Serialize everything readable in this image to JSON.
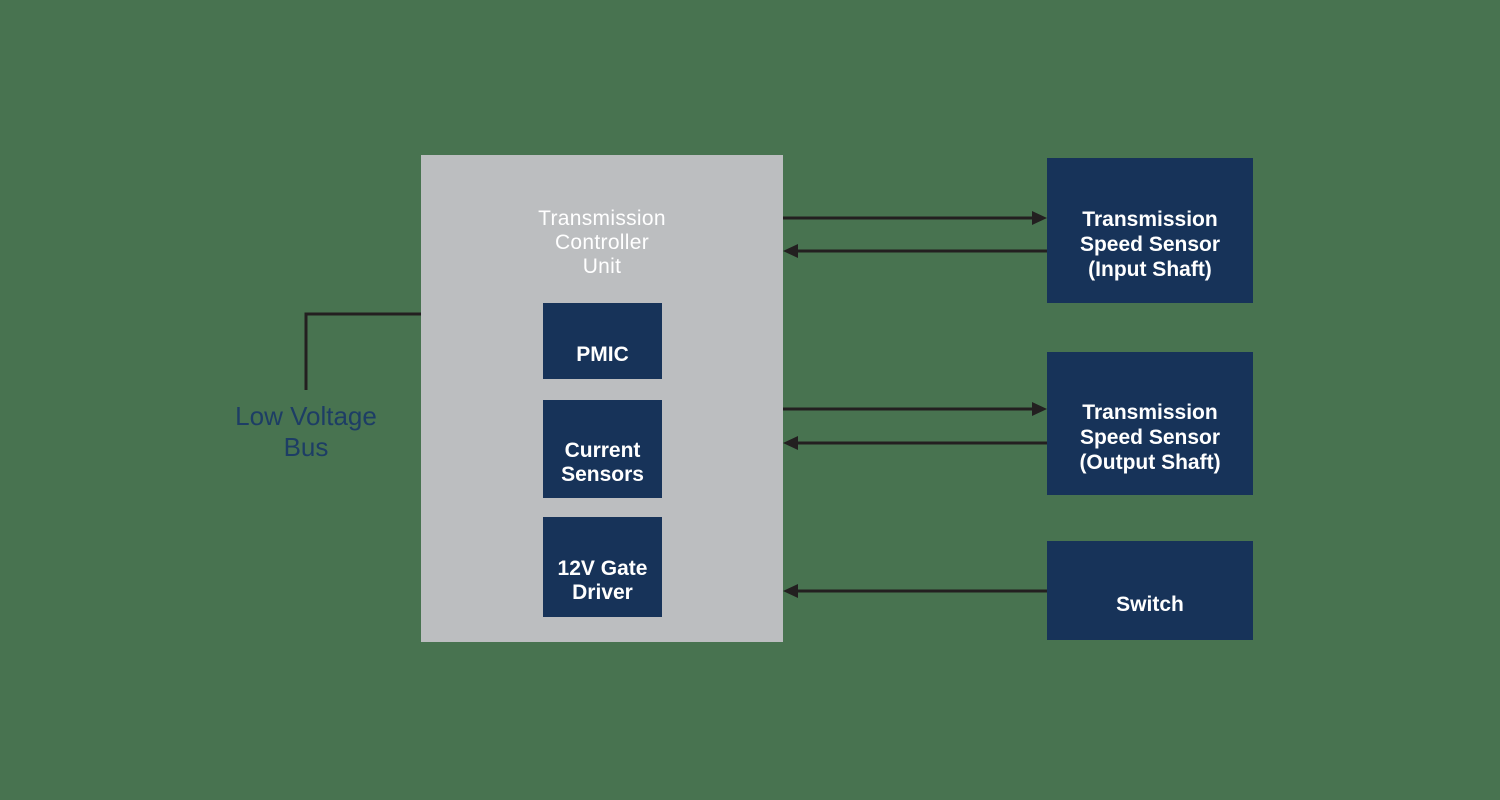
{
  "colors": {
    "background": "#487350",
    "panel_gray": "#bcbec0",
    "navy": "#173359",
    "line": "#231f20",
    "title_text": "#ffffff",
    "box_text": "#ffffff",
    "label_text": "#1d3d65"
  },
  "diagram": {
    "tcu": {
      "title_lines": [
        "Transmission",
        "Controller",
        "Unit"
      ],
      "modules": [
        {
          "id": "pmic",
          "label_lines": [
            "PMIC"
          ]
        },
        {
          "id": "current-sensors",
          "label_lines": [
            "Current",
            "Sensors"
          ]
        },
        {
          "id": "12v-gate-driver",
          "label_lines": [
            "12V Gate",
            "Driver"
          ]
        }
      ]
    },
    "bus": {
      "label_lines": [
        "Low Voltage",
        "Bus"
      ]
    },
    "peripherals": [
      {
        "id": "transmission-speed-sensor-input-shaft",
        "label_lines": [
          "Transmission",
          "Speed Sensor",
          "(Input Shaft)"
        ],
        "connection": "bidirectional"
      },
      {
        "id": "transmission-speed-sensor-output-shaft",
        "label_lines": [
          "Transmission",
          "Speed Sensor",
          "(Output Shaft)"
        ],
        "connection": "bidirectional"
      },
      {
        "id": "switch",
        "label_lines": [
          "Switch"
        ],
        "connection": "to-tcu"
      }
    ]
  }
}
